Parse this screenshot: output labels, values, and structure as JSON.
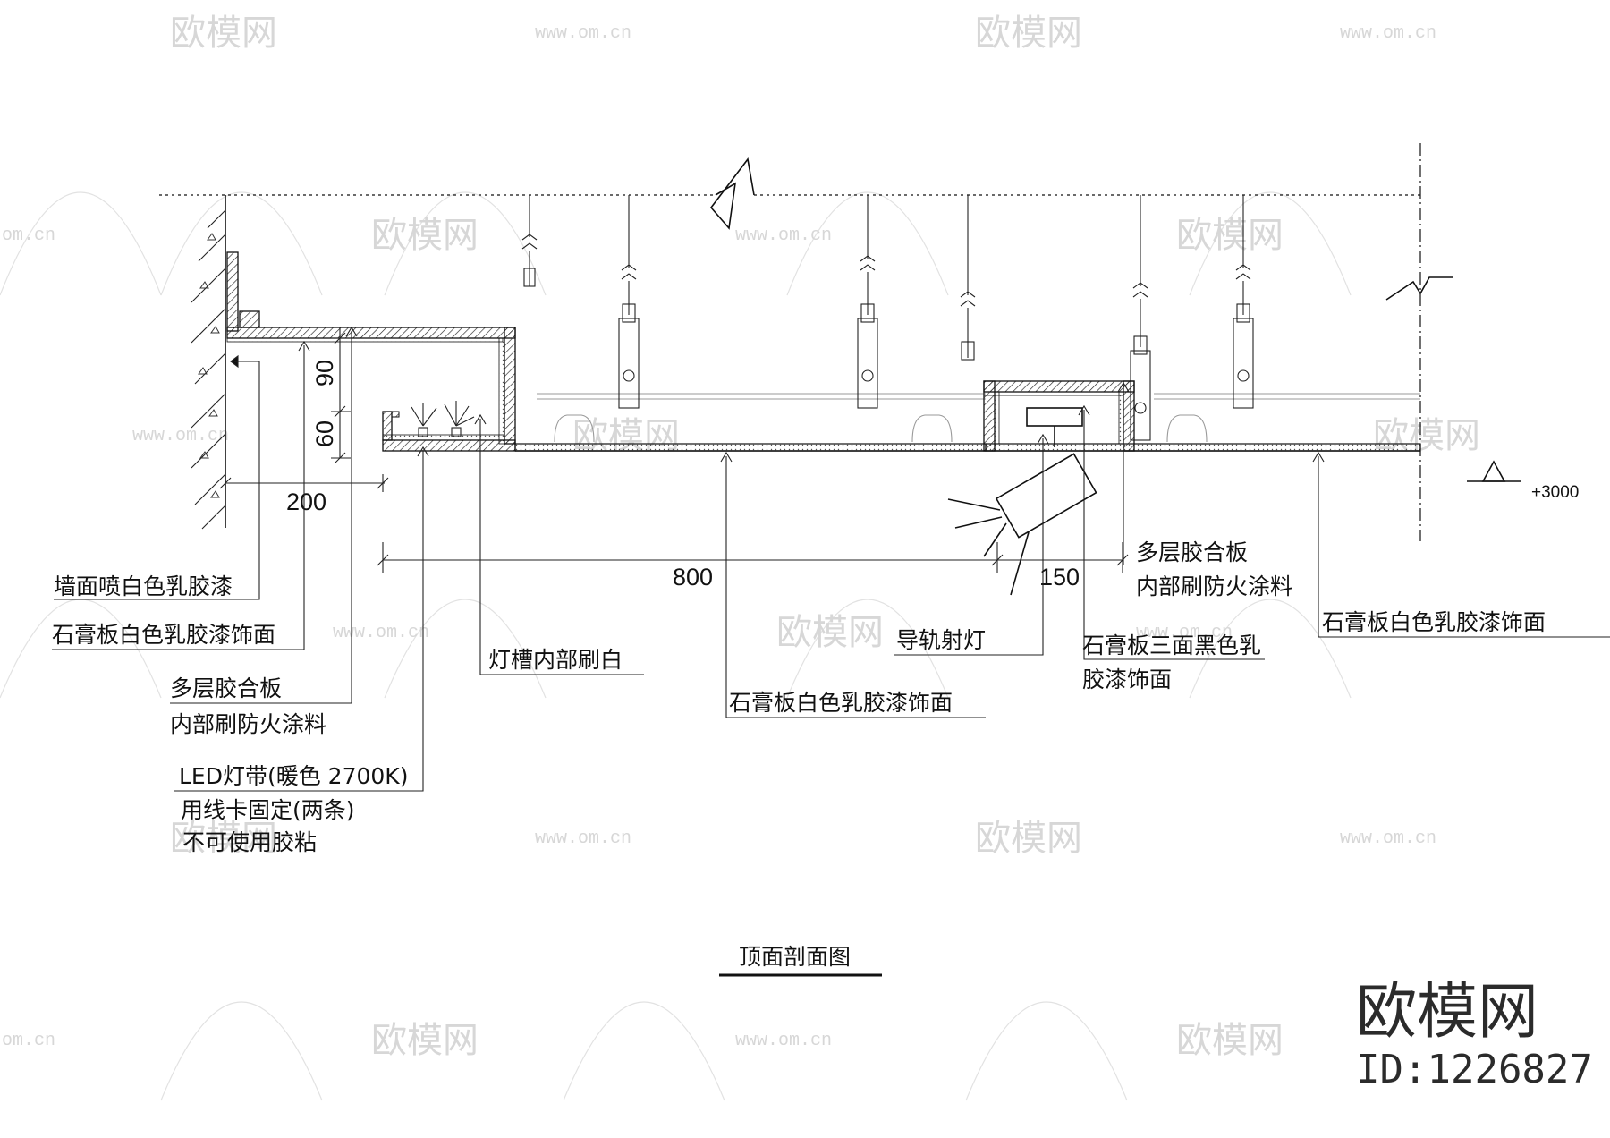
{
  "watermark": {
    "text": "欧模网",
    "url": "www.om.cn",
    "url_short": "om.cn",
    "color": "#d7d7d7"
  },
  "dimensions": {
    "d90": "90",
    "d60": "60",
    "d200": "200",
    "d800": "800",
    "d150": "150",
    "elevation": "+3000"
  },
  "labels": {
    "wall_paint": "墙面喷白色乳胶漆",
    "gypsum_white_left": "石膏板白色乳胶漆饰面",
    "plywood_left_1": "多层胶合板",
    "plywood_left_2": "内部刷防火涂料",
    "led_1": "LED灯带(暖色  2700K)",
    "led_2": "用线卡固定(两条)",
    "led_3": "不可使用胶粘",
    "trough_white": "灯槽内部刷白",
    "gypsum_white_center": "石膏板白色乳胶漆饰面",
    "track_light": "导轨射灯",
    "gypsum_black_1": "石膏板三面黑色乳",
    "gypsum_black_2": "胶漆饰面",
    "plywood_right_1": "多层胶合板",
    "plywood_right_2": "内部刷防火涂料",
    "gypsum_white_right": "石膏板白色乳胶漆饰面"
  },
  "title": "顶面剖面图",
  "brand": {
    "name": "欧模网",
    "id": "ID:1226827"
  }
}
